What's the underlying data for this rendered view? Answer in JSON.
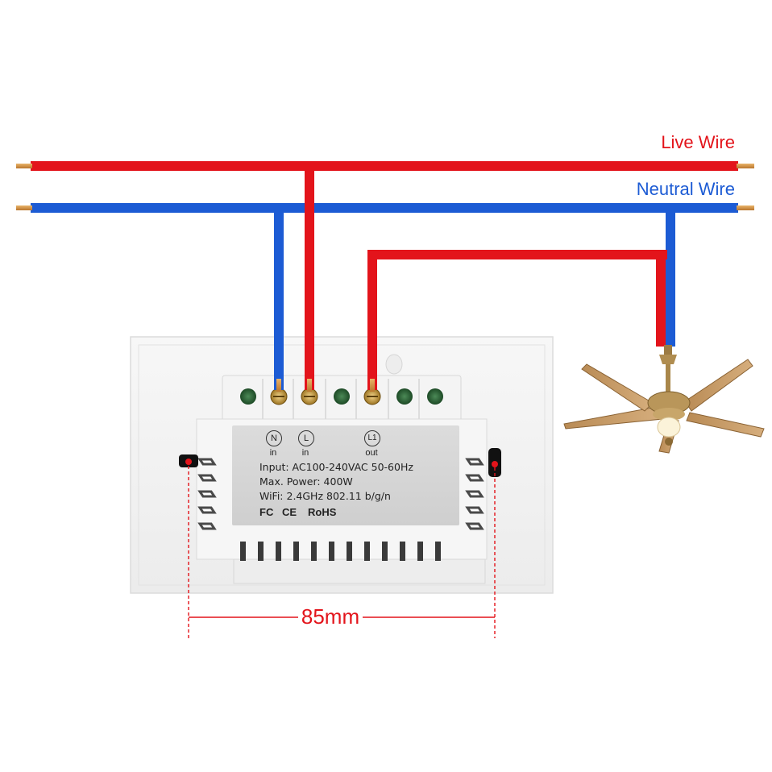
{
  "wires": {
    "live_label": "Live Wire",
    "neutral_label": "Neutral Wire",
    "live_color": "#e3141b",
    "neutral_color": "#1c5bd4"
  },
  "switch": {
    "terminals": [
      {
        "symbol": "N",
        "sub": "in"
      },
      {
        "symbol": "L",
        "sub": "in"
      },
      {
        "symbol": "L1",
        "sub": "out"
      }
    ],
    "spec_lines": [
      "Input: AC100-240VAC 50-60Hz",
      "Max. Power: 400W",
      "WiFi: 2.4GHz 802.11 b/g/n"
    ],
    "certifications": [
      "FC",
      "CE",
      "RoHS"
    ]
  },
  "dimension": {
    "label": "85mm"
  },
  "icons": [
    "ceiling-fan-icon",
    "wall-switch-back",
    "wire-terminal"
  ]
}
